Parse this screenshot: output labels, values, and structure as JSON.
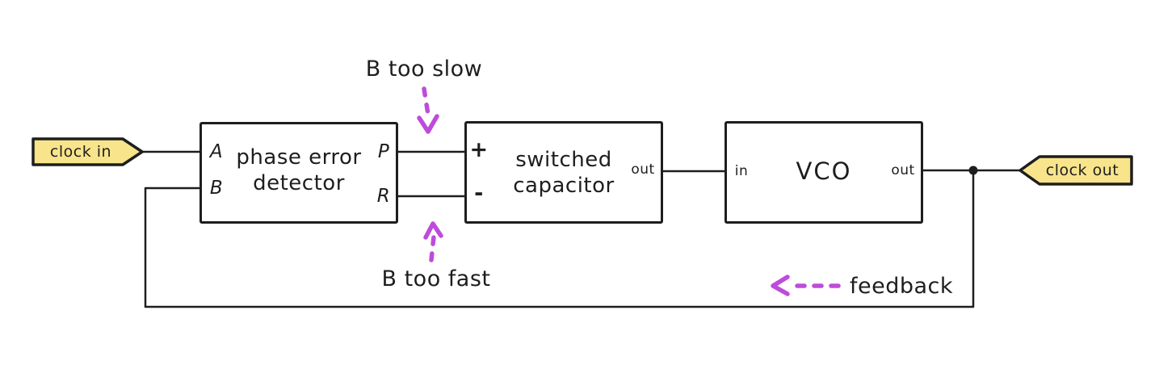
{
  "diagram": {
    "title_hint": "phase locked loop block diagram",
    "colors": {
      "background": "#ffffff",
      "stroke": "#1e1e1e",
      "tag_fill": "#f8e48b",
      "annotation_purple": "#be4bdb"
    },
    "tags": {
      "clock_in": "clock in",
      "clock_out": "clock out"
    },
    "blocks": {
      "phase_error_detector": {
        "label_line1": "phase error",
        "label_line2": "detector",
        "ports": {
          "a": "A",
          "b": "B",
          "p": "P",
          "r": "R"
        }
      },
      "switched_capacitor": {
        "label_line1": "switched",
        "label_line2": "capacitor",
        "ports": {
          "plus": "+",
          "minus": "-",
          "out": "out"
        }
      },
      "vco": {
        "label": "VCO",
        "ports": {
          "in": "in",
          "out": "out"
        }
      }
    },
    "annotations": {
      "b_too_slow": "B too slow",
      "b_too_fast": "B too fast",
      "feedback": "feedback"
    }
  }
}
